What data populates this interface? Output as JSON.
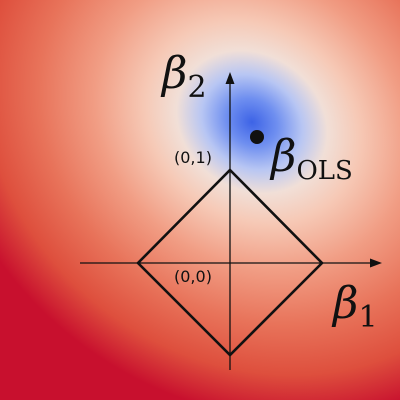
{
  "labels": {
    "beta2": {
      "symbol": "β",
      "sub": "2"
    },
    "beta1": {
      "symbol": "β",
      "sub": "1"
    },
    "beta_ols": {
      "symbol": "β",
      "sub": "OLS"
    },
    "point_01": "(0,1)",
    "point_00": "(0,0)"
  },
  "colors": {
    "minimum": "#3d63e6",
    "light": "#f6d2c4",
    "background": "#e8664f",
    "corner": "#c8102e",
    "ink": "#111111"
  },
  "icons": {
    "ols-point": "filled-circle",
    "x-axis-head": "arrowhead-right",
    "y-axis-head": "arrowhead-up"
  }
}
